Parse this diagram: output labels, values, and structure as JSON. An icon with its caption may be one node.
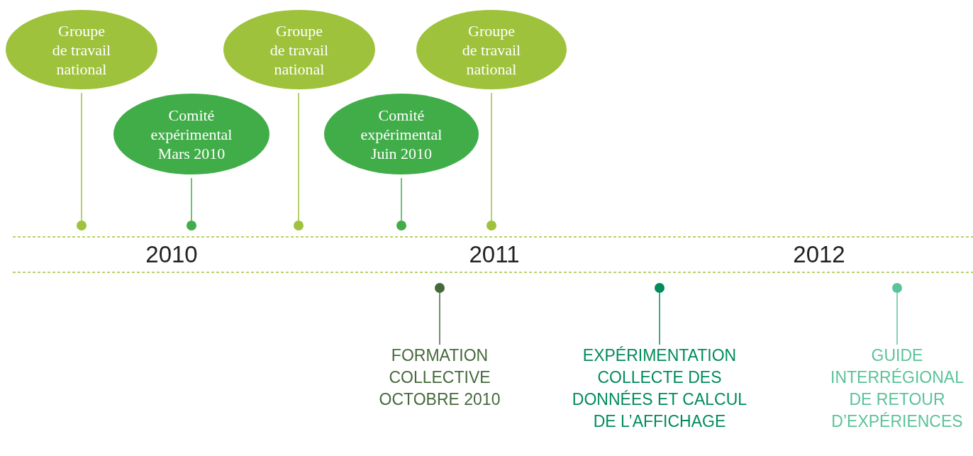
{
  "diagram": {
    "nodes": [
      {
        "text": [
          "Groupe de travail national"
        ]
      },
      {
        "text": [
          "Comité expérimental Mars 2010"
        ]
      },
      {
        "text": [
          "Groupe de travail national"
        ]
      },
      {
        "text": [
          "Comité expérimental Juin 2010"
        ]
      },
      {
        "text": [
          "Groupe de travail national"
        ]
      },
      {
        "text": [],
        "shape": "circle"
      },
      {
        "text": [],
        "shape": "circle"
      },
      {
        "text": [],
        "shape": "circle"
      },
      {
        "text": [],
        "shape": "circle"
      },
      {
        "text": [],
        "shape": "circle"
      },
      {
        "text": [
          "FORMATION COLLECTIVE OCTOBRE 2010"
        ]
      },
      {
        "text": [
          "EXPÉRIMENTATION COLLECTE DES DONNÉES ET CALCUL DE L’AFFICHAGE"
        ]
      },
      {
        "text": [
          "GUIDE INTERRÉGIONAL DE RETOUR D’EXPÉRIENCES"
        ]
      },
      {
        "text": [],
        "shape": "circle"
      },
      {
        "text": [],
        "shape": "circle"
      },
      {
        "text": [],
        "shape": "circle"
      }
    ],
    "edges": [
      {
        "from": 0,
        "to": 5,
        "arrow": "none"
      },
      {
        "from": 1,
        "to": 6,
        "arrow": "none",
        "color": "#41ad49"
      },
      {
        "from": 2,
        "to": 7,
        "arrow": "none"
      },
      {
        "from": 3,
        "to": 8,
        "arrow": "none",
        "color": "#41ad49"
      },
      {
        "from": 4,
        "to": 9,
        "arrow": "none"
      },
      {
        "from": 13,
        "to": 10,
        "arrow": "none",
        "color": "#45693a"
      },
      {
        "from": 14,
        "to": 11,
        "arrow": "none",
        "color": "#008c5a"
      },
      {
        "from": 15,
        "to": 12,
        "arrow": "none",
        "color": "#5bc39a"
      }
    ],
    "labels": [
      "2010",
      "2011",
      "2012"
    ]
  }
}
